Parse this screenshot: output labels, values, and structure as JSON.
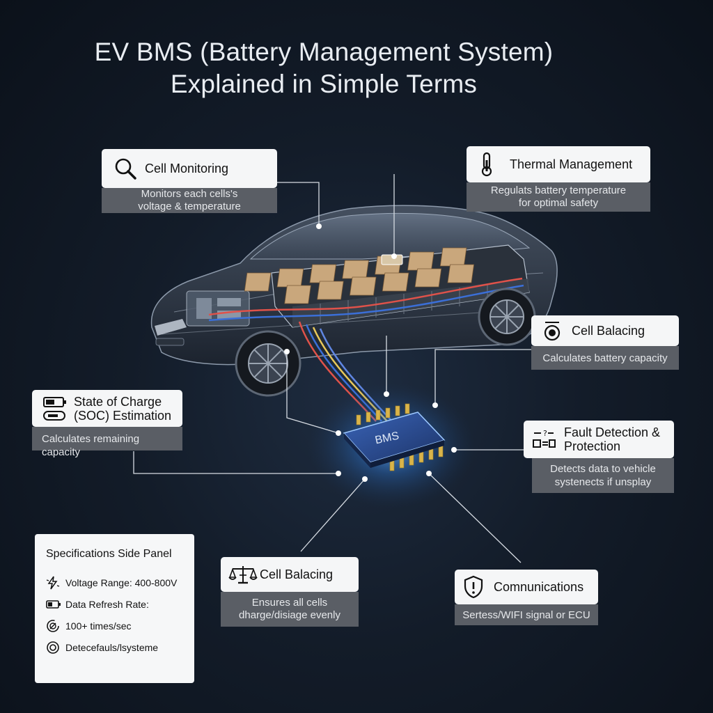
{
  "title": {
    "line1": "EV BMS (Battery Management System)",
    "line2": "Explained in Simple Terms"
  },
  "chip_label": "BMS",
  "cards": {
    "cell_monitoring": {
      "title": "Cell Monitoring",
      "desc_line1": "Monitors each cells's",
      "desc_line2": "voltage & temperature",
      "icon": "magnifier-icon"
    },
    "thermal_management": {
      "title": "Thermal Management",
      "desc_line1": "Regulats battery temperature",
      "desc_line2": "for optimal safety",
      "icon": "thermometer-icon"
    },
    "cell_balancing_right": {
      "title": "Cell Balacing",
      "desc_line1": "Calculates battery capacity",
      "icon": "gauge-icon"
    },
    "soc_estimation": {
      "title_line1": "State of Charge",
      "title_line2": "(SOC) Estimation",
      "desc_line1": "Calculates remaining capacity",
      "icon": "battery-icon"
    },
    "fault_detection": {
      "title_line1": "Fault Detection &",
      "title_line2": "Protection",
      "desc_line1": "Detects data to vehicle",
      "desc_line2": "systenects if unsplay",
      "icon": "fault-icon"
    },
    "cell_balancing_bottom": {
      "title": "Cell Balacing",
      "desc_line1": "Ensures all cells",
      "desc_line2": "dharge/disiage evenly",
      "icon": "balance-scale-icon"
    },
    "communications": {
      "title": "Comnunications",
      "desc_line1": "Sertess/WIFI signal or ECU",
      "icon": "shield-alert-icon"
    }
  },
  "spec_panel": {
    "title": "Specifications Side Panel",
    "rows": [
      {
        "icon": "lightning-icon",
        "text": "Voltage Range: 400-800V"
      },
      {
        "icon": "battery-small-icon",
        "text": "Data Refresh Rate:"
      },
      {
        "icon": "refresh-icon",
        "text": "100+ times/sec"
      },
      {
        "icon": "target-icon",
        "text": "Detecefauls/lsysteme"
      }
    ]
  },
  "colors": {
    "card_head_bg": "#f5f6f7",
    "card_desc_bg": "#5a5e65",
    "chip_glow": "#4da3ff",
    "wire_red": "#e0524a",
    "wire_blue": "#3b6fd8",
    "wire_yellow": "#e8c85a",
    "battery_cell": "#c9a77c"
  }
}
